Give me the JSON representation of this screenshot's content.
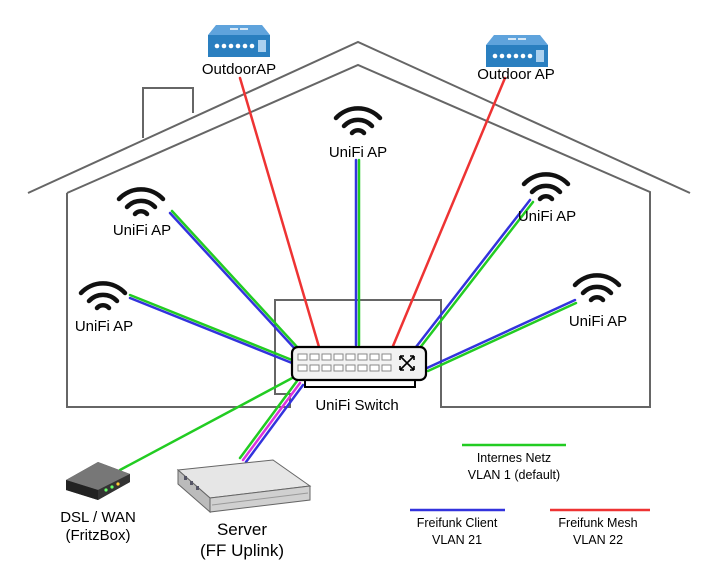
{
  "labels": {
    "outdoor_left": "OutdoorAP",
    "outdoor_right": "Outdoor AP",
    "unifi_top": "UniFi AP",
    "unifi_left_upper": "UniFi AP",
    "unifi_left_lower": "UniFi AP",
    "unifi_right_upper": "UniFi AP",
    "unifi_right_lower": "UniFi AP",
    "switch": "UniFi Switch",
    "dsl_line1": "DSL / WAN",
    "dsl_line2": "(FritzBox)",
    "server_line1": "Server",
    "server_line2": "(FF Uplink)"
  },
  "legend": [
    {
      "line1": "Internes Netz",
      "line2": "VLAN 1 (default)",
      "color": "#22cc22"
    },
    {
      "line1": "Freifunk Client",
      "line2": "VLAN 21",
      "color": "#3333dd"
    },
    {
      "line1": "Freifunk Mesh",
      "line2": "VLAN 22",
      "color": "#ee3333"
    }
  ],
  "colors": {
    "internal": "#22cc22",
    "client": "#3333dd",
    "mesh": "#ee3333",
    "uplink": "#dd33dd",
    "house": "#666666",
    "device_blue": "#2a7fc0"
  },
  "icons": [
    "outdoor-ap-icon",
    "wifi-icon",
    "switch-icon",
    "router-icon",
    "server-icon"
  ]
}
